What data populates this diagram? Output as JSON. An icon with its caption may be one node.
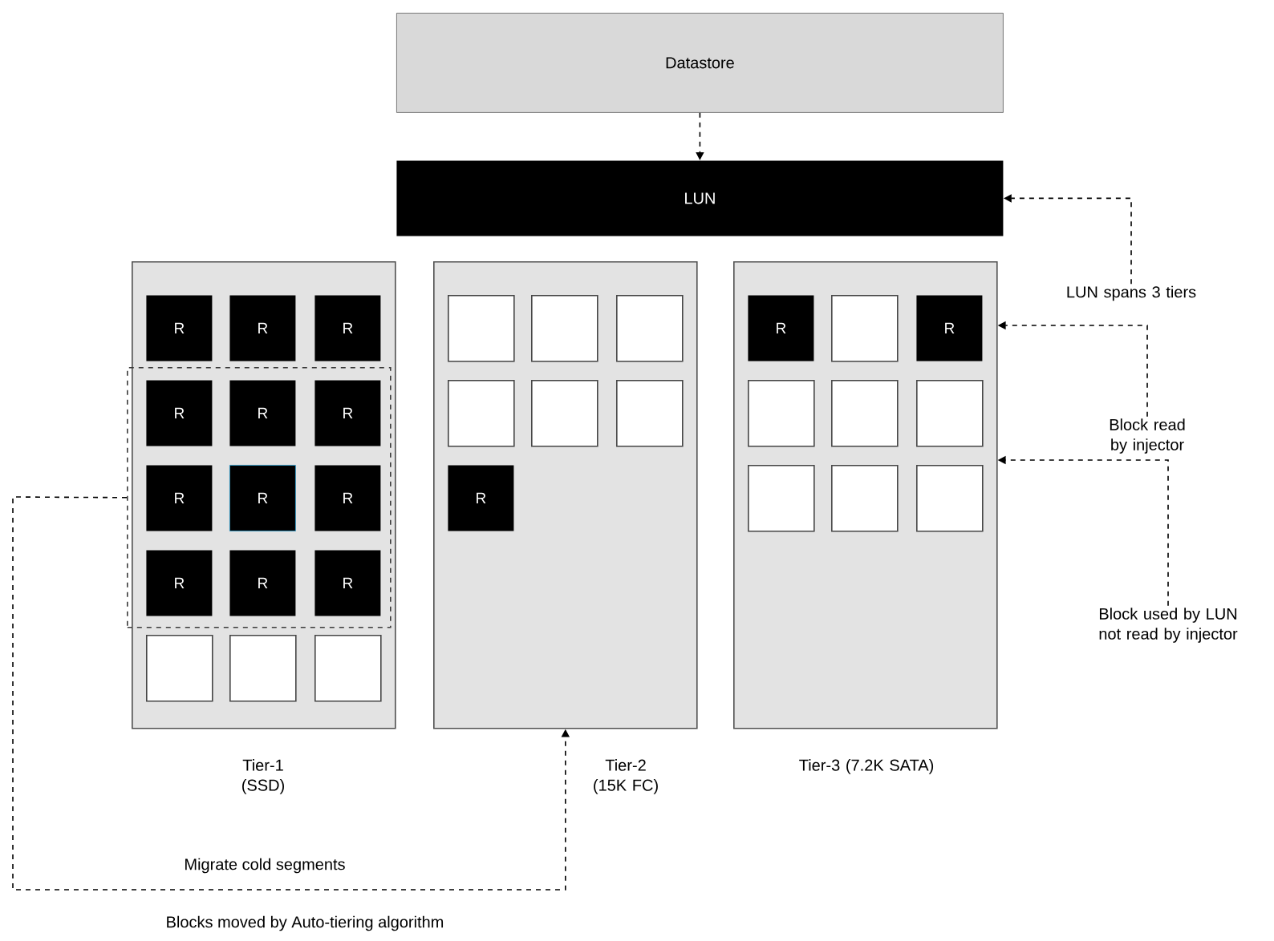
{
  "diagram": {
    "nodes": [
      {
        "text": [
          "Datastore"
        ]
      },
      {
        "text": [
          "LUN"
        ]
      },
      {
        "text": [
          "Tier-1 (SSD)"
        ]
      },
      {
        "text": [],
        "shape": "box",
        "in": 2
      },
      {
        "text": [
          "R"
        ],
        "in": 2
      },
      {
        "text": [
          "R"
        ],
        "in": 2
      },
      {
        "text": [
          "R"
        ],
        "in": 2
      },
      {
        "text": [
          "R"
        ],
        "in": 3
      },
      {
        "text": [
          "R"
        ],
        "in": 3
      },
      {
        "text": [
          "R"
        ],
        "in": 3
      },
      {
        "text": [
          "R"
        ],
        "in": 3
      },
      {
        "text": [
          "R"
        ],
        "in": 3
      },
      {
        "text": [
          "R"
        ],
        "in": 3
      },
      {
        "text": [
          "R"
        ],
        "in": 3
      },
      {
        "text": [
          "R"
        ],
        "in": 3
      },
      {
        "text": [
          "R"
        ],
        "in": 3
      },
      {
        "text": [],
        "shape": "box",
        "in": 2
      },
      {
        "text": [],
        "shape": "box",
        "in": 2
      },
      {
        "text": [],
        "shape": "box",
        "in": 2
      },
      {
        "text": [
          "Tier-2 (15K FC)"
        ]
      },
      {
        "text": [],
        "shape": "box",
        "in": 19
      },
      {
        "text": [],
        "shape": "box",
        "in": 19
      },
      {
        "text": [],
        "shape": "box",
        "in": 19
      },
      {
        "text": [],
        "shape": "box",
        "in": 19
      },
      {
        "text": [],
        "shape": "box",
        "in": 19
      },
      {
        "text": [],
        "shape": "box",
        "in": 19
      },
      {
        "text": [
          "R"
        ],
        "in": 19
      },
      {
        "text": [
          "Tier-3 (7.2K SATA)"
        ]
      },
      {
        "text": [
          "R"
        ],
        "in": 27
      },
      {
        "text": [],
        "shape": "box",
        "in": 27
      },
      {
        "text": [
          "R"
        ],
        "in": 27
      },
      {
        "text": [],
        "shape": "box",
        "in": 27
      },
      {
        "text": [],
        "shape": "box",
        "in": 27
      },
      {
        "text": [],
        "shape": "box",
        "in": 27
      },
      {
        "text": [],
        "shape": "box",
        "in": 27
      },
      {
        "text": [],
        "shape": "box",
        "in": 27
      },
      {
        "text": [],
        "shape": "box",
        "in": 27
      },
      {
        "text": [
          "LUN spans 3 tiers"
        ]
      },
      {
        "text": [
          "Block read by injector"
        ]
      },
      {
        "text": [
          "Block used by LUN not read by injector"
        ]
      }
    ],
    "edges": [
      {
        "from": 0,
        "to": 1,
        "arrow": "to",
        "style": "dashed"
      },
      {
        "from": 37,
        "to": 1,
        "arrow": "to",
        "style": "dashed"
      },
      {
        "from": 38,
        "to": 27,
        "arrow": "to",
        "style": "dashed"
      },
      {
        "from": 39,
        "to": 27,
        "arrow": "to",
        "style": "dashed"
      },
      {
        "from": 3,
        "to": 19,
        "arrow": "to",
        "style": "dashed",
        "label": "Migrate cold segments"
      }
    ],
    "labels": [
      "Blocks moved by Auto-tiering algorithm"
    ]
  }
}
